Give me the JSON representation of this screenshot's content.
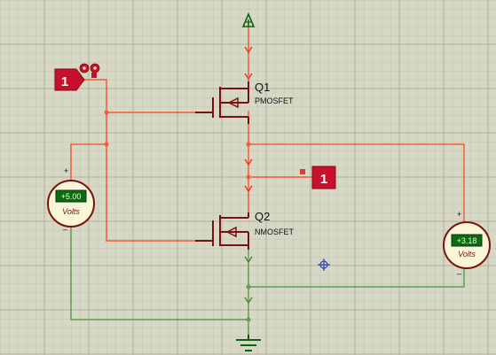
{
  "colors": {
    "background": "#d6d7c4",
    "grid_minor": "#c3c4b0",
    "grid_major": "#b1b29d",
    "wire_high": "#f25c3a",
    "wire_low": "#5f9e55",
    "wire_power": "#d9332a",
    "component_body": "#7a1111",
    "ground_green": "#145d14",
    "logic_box": "#c8102e",
    "meter_fill": "#fbf7d6",
    "meter_display": "#0d6b0d",
    "cursor_blue": "#2b3fbf"
  },
  "components": {
    "q1": {
      "ref": "Q1",
      "type": "PMOSFET"
    },
    "q2": {
      "ref": "Q2",
      "type": "NMOSFET"
    }
  },
  "logic_state_input": {
    "value": "1"
  },
  "logic_probe_output": {
    "value": "1"
  },
  "voltmeter_left": {
    "reading": "+5.00",
    "unit": "Volts",
    "plus": "+",
    "minus": "–"
  },
  "voltmeter_right": {
    "reading": "+3.18",
    "unit": "Volts",
    "plus": "+",
    "minus": "–"
  },
  "icons": {
    "power_terminal": "up-triangle-icon",
    "ground_terminal": "ground-icon",
    "cursor": "crosshair-icon"
  }
}
